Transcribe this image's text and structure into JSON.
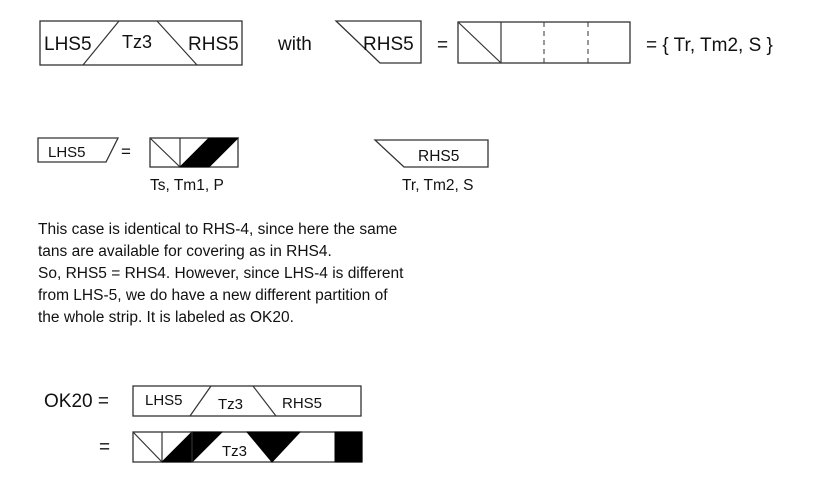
{
  "top_row": {
    "strip_labels": [
      "LHS5",
      "Tz3",
      "RHS5"
    ],
    "with": "with",
    "rhs_label": "RHS5",
    "equals": "=",
    "result": "= { Tr, Tm2, S }"
  },
  "lhs_def": {
    "label": "LHS5",
    "equals": "=",
    "tiles": "Ts, Tm1, P"
  },
  "rhs_def": {
    "label": "RHS5",
    "tiles": "Tr, Tm2, S"
  },
  "paragraph": [
    "This case is identical to RHS-4, since here the same",
    "tans are available for covering as in RHS4.",
    "So, RHS5 = RHS4. However, since LHS-4 is different",
    "from LHS-5, we do have a new different partition of",
    "the whole strip. It is labeled  as OK20."
  ],
  "ok20": {
    "label": "OK20 =",
    "strip_labels": [
      "LHS5",
      "Tz3",
      "RHS5"
    ],
    "equals": "=",
    "bottom_label": "Tz3"
  }
}
